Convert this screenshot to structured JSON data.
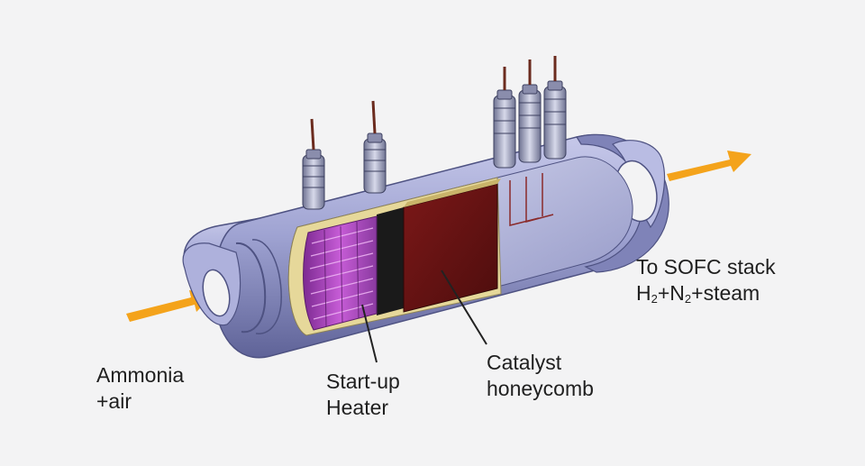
{
  "labels": {
    "inlet_line1": "Ammonia",
    "inlet_line2": "+air",
    "heater_line1": "Start-up",
    "heater_line2": "Heater",
    "catalyst_line1": "Catalyst",
    "catalyst_line2": "honeycomb",
    "outlet_line1": "To SOFC stack",
    "outlet_formula": {
      "h": "H",
      "h_sub": "2",
      "n": "+N",
      "n_sub": "2",
      "rest": "+steam"
    }
  },
  "colors": {
    "background": "#f3f3f4",
    "flow_arrow": "#f4a31b",
    "shell": "#9b9fce",
    "shell_dark": "#6d71a6",
    "catalyst": "#6b1414",
    "heater": "#b24ec4",
    "insulation": "#e6d89a",
    "text": "#1f1f1f"
  }
}
